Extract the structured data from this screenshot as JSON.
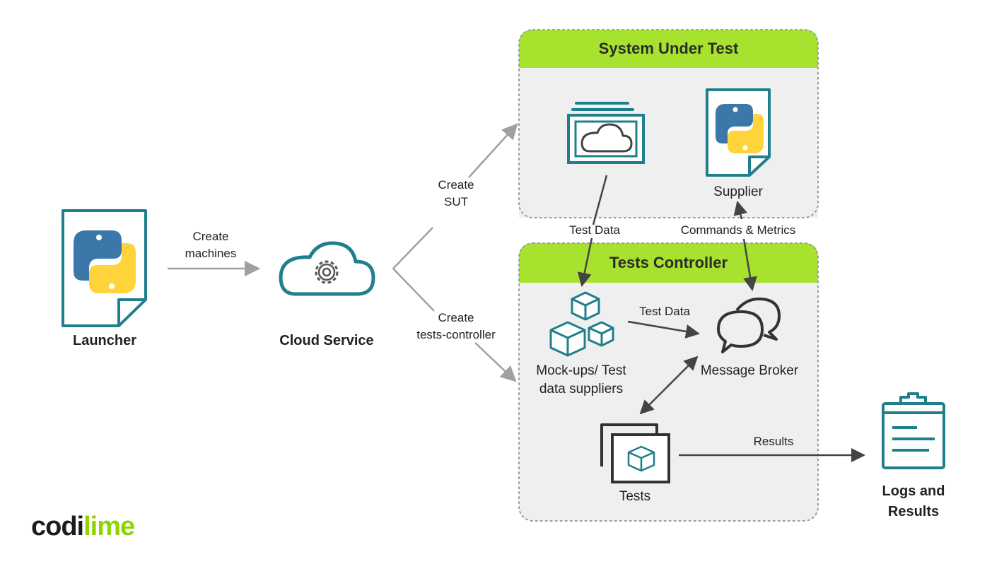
{
  "launcher": {
    "label": "Launcher"
  },
  "edge_launcher_cloud": {
    "line1": "Create",
    "line2": "machines"
  },
  "cloud_service": {
    "label": "Cloud Service"
  },
  "edge_cloud_sut": {
    "line1": "Create",
    "line2": "SUT"
  },
  "edge_cloud_controller": {
    "line1": "Create",
    "line2": "tests-controller"
  },
  "sut": {
    "title": "System Under Test",
    "supplier_label": "Supplier"
  },
  "edge_sut_data": {
    "label": "Test Data"
  },
  "edge_supplier_broker": {
    "label": "Commands & Metrics"
  },
  "controller": {
    "title": "Tests Controller",
    "mockups_line1": "Mock-ups/ Test",
    "mockups_line2": "data suppliers",
    "broker_label": "Message Broker",
    "tests_label": "Tests"
  },
  "edge_mock_broker": {
    "label": "Test Data"
  },
  "edge_tests_logs": {
    "label": "Results"
  },
  "logs": {
    "line1": "Logs and",
    "line2": "Results"
  },
  "logo": {
    "part1": "codi",
    "part2": "lime"
  },
  "colors": {
    "accent_green": "#a6e22e",
    "teal": "#1f7f8c",
    "python_blue": "#3b77a8",
    "python_yellow": "#ffd43b",
    "panel_bg": "#efefef",
    "arrow_gray": "#999999"
  },
  "icons": [
    "python-file-icon",
    "cloud-gear-icon",
    "cloud-server-icon",
    "speech-bubbles-icon",
    "cubes-icon",
    "test-windows-icon",
    "clipboard-icon"
  ]
}
